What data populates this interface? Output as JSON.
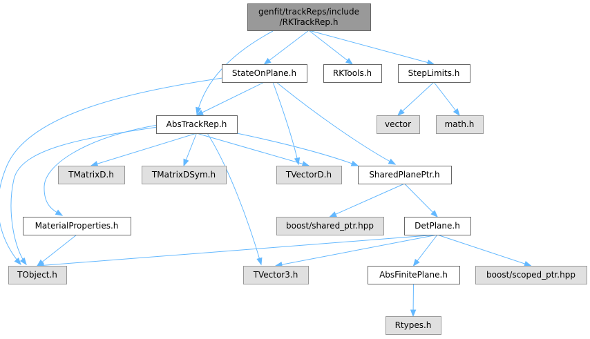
{
  "colors": {
    "root_fill": "#999999",
    "root_stroke": "#666666",
    "node_fill": "#ffffff",
    "node_stroke": "#666666",
    "external_fill": "#e0e0e0",
    "external_stroke": "#999999",
    "edge": "#63b8ff"
  },
  "nodes": [
    {
      "id": "root",
      "kind": "root",
      "lines": [
        "genfit/trackReps/include",
        "/RKTrackRep.h"
      ]
    },
    {
      "id": "stateonplane",
      "kind": "node",
      "lines": [
        "StateOnPlane.h"
      ]
    },
    {
      "id": "rktools",
      "kind": "node",
      "lines": [
        "RKTools.h"
      ]
    },
    {
      "id": "steplimits",
      "kind": "node",
      "lines": [
        "StepLimits.h"
      ]
    },
    {
      "id": "abstrackrep",
      "kind": "node",
      "lines": [
        "AbsTrackRep.h"
      ]
    },
    {
      "id": "vector",
      "kind": "external",
      "lines": [
        "vector"
      ]
    },
    {
      "id": "math",
      "kind": "external",
      "lines": [
        "math.h"
      ]
    },
    {
      "id": "tmatrixd",
      "kind": "external",
      "lines": [
        "TMatrixD.h"
      ]
    },
    {
      "id": "tmatrixdsym",
      "kind": "external",
      "lines": [
        "TMatrixDSym.h"
      ]
    },
    {
      "id": "tvectord",
      "kind": "external",
      "lines": [
        "TVectorD.h"
      ]
    },
    {
      "id": "sharedplaneptr",
      "kind": "node",
      "lines": [
        "SharedPlanePtr.h"
      ]
    },
    {
      "id": "materialproperties",
      "kind": "node",
      "lines": [
        "MaterialProperties.h"
      ]
    },
    {
      "id": "boostshared",
      "kind": "external",
      "lines": [
        "boost/shared_ptr.hpp"
      ]
    },
    {
      "id": "detplane",
      "kind": "node",
      "lines": [
        "DetPlane.h"
      ]
    },
    {
      "id": "tobject",
      "kind": "external",
      "lines": [
        "TObject.h"
      ]
    },
    {
      "id": "tvector3",
      "kind": "external",
      "lines": [
        "TVector3.h"
      ]
    },
    {
      "id": "absfiniteplane",
      "kind": "node",
      "lines": [
        "AbsFinitePlane.h"
      ]
    },
    {
      "id": "boostscoped",
      "kind": "external",
      "lines": [
        "boost/scoped_ptr.hpp"
      ]
    },
    {
      "id": "rtypes",
      "kind": "external",
      "lines": [
        "Rtypes.h"
      ]
    }
  ],
  "edges": [
    [
      "root",
      "stateonplane"
    ],
    [
      "root",
      "rktools"
    ],
    [
      "root",
      "steplimits"
    ],
    [
      "root",
      "abstrackrep"
    ],
    [
      "stateonplane",
      "abstrackrep"
    ],
    [
      "stateonplane",
      "tobject"
    ],
    [
      "stateonplane",
      "tvectord"
    ],
    [
      "stateonplane",
      "sharedplaneptr"
    ],
    [
      "steplimits",
      "vector"
    ],
    [
      "steplimits",
      "math"
    ],
    [
      "abstrackrep",
      "tmatrixd"
    ],
    [
      "abstrackrep",
      "tmatrixdsym"
    ],
    [
      "abstrackrep",
      "tvectord"
    ],
    [
      "abstrackrep",
      "sharedplaneptr"
    ],
    [
      "abstrackrep",
      "materialproperties"
    ],
    [
      "abstrackrep",
      "tobject"
    ],
    [
      "abstrackrep",
      "tvector3"
    ],
    [
      "materialproperties",
      "tobject"
    ],
    [
      "sharedplaneptr",
      "boostshared"
    ],
    [
      "sharedplaneptr",
      "detplane"
    ],
    [
      "detplane",
      "tobject"
    ],
    [
      "detplane",
      "tvector3"
    ],
    [
      "detplane",
      "absfiniteplane"
    ],
    [
      "detplane",
      "boostscoped"
    ],
    [
      "absfiniteplane",
      "rtypes"
    ]
  ]
}
